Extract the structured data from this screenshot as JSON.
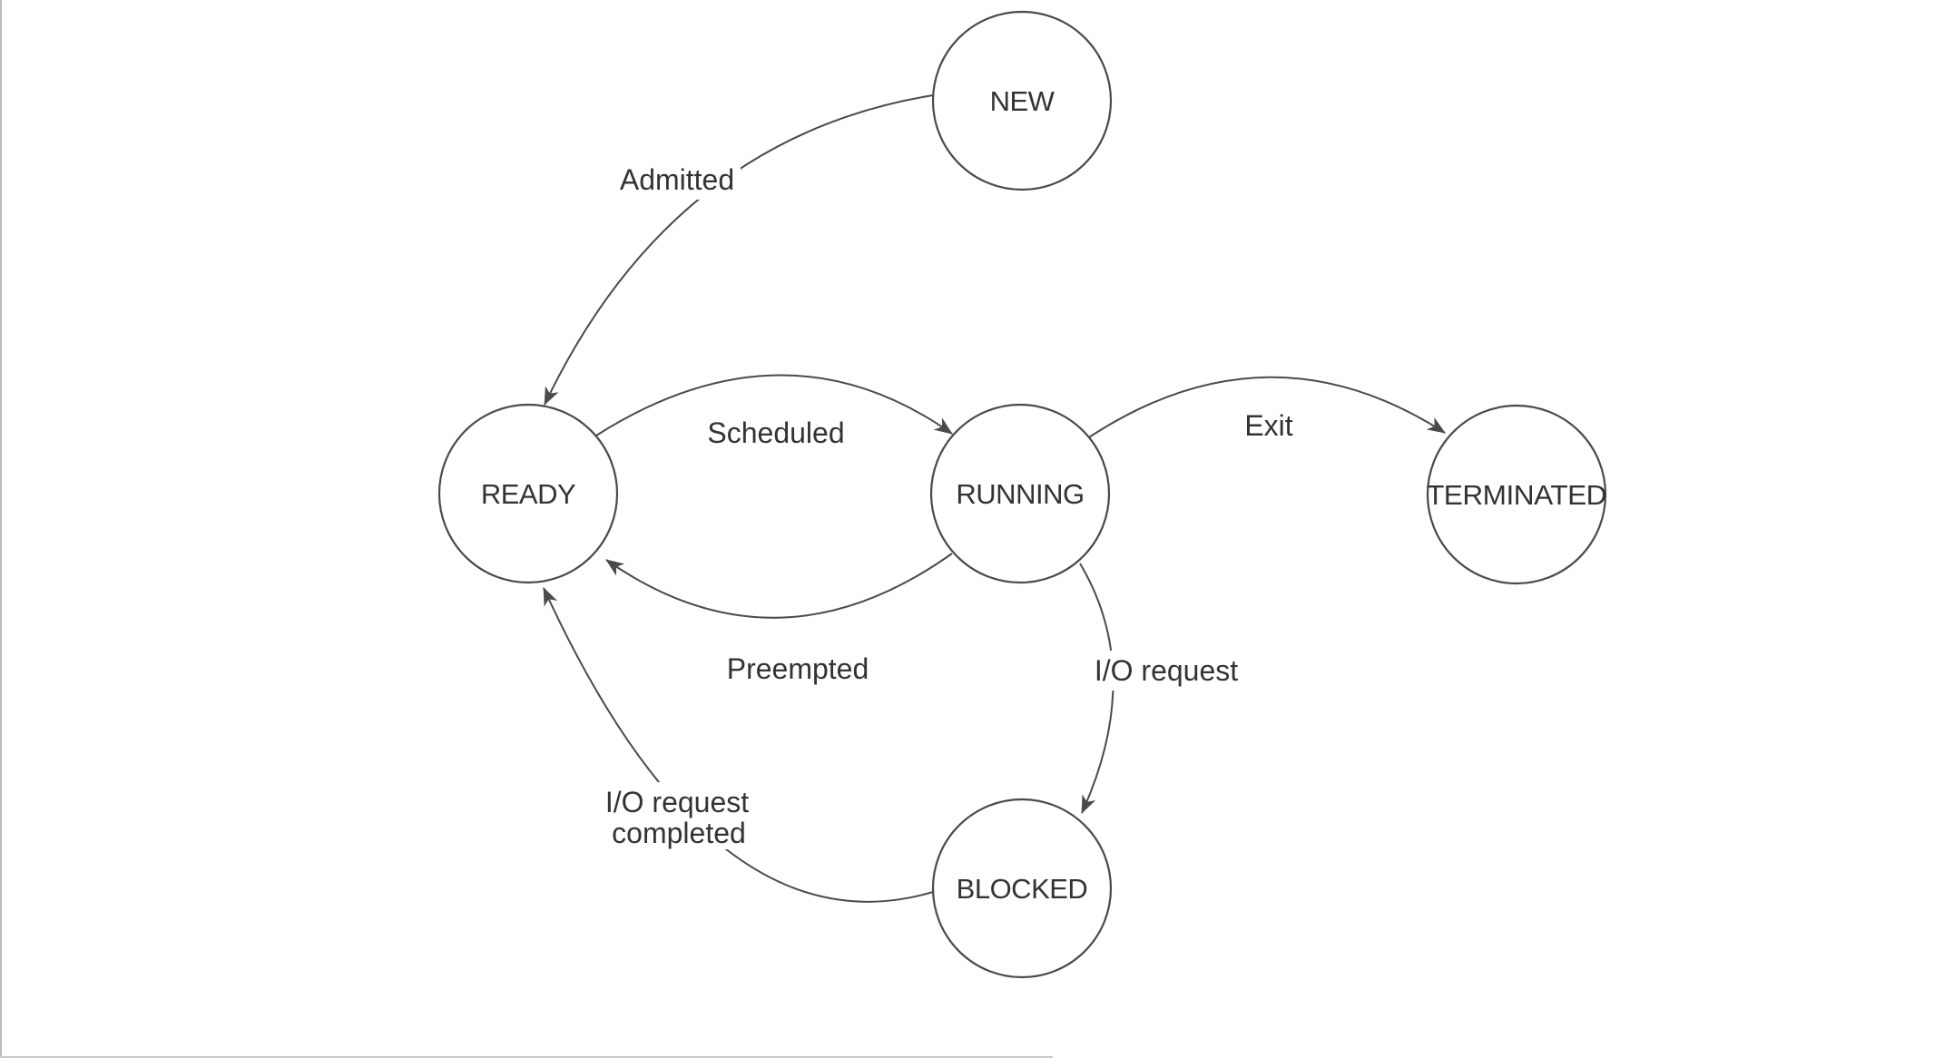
{
  "colors": {
    "background": "#ffffff",
    "stroke": "#4a4a4a",
    "text": "#333333"
  },
  "states": [
    {
      "id": "new",
      "label": "NEW"
    },
    {
      "id": "ready",
      "label": "READY"
    },
    {
      "id": "running",
      "label": "RUNNING"
    },
    {
      "id": "terminated",
      "label": "TERMINATED"
    },
    {
      "id": "blocked",
      "label": "BLOCKED"
    }
  ],
  "transitions": [
    {
      "id": "admitted",
      "label": "Admitted",
      "from": "NEW",
      "to": "READY"
    },
    {
      "id": "scheduled",
      "label": "Scheduled",
      "from": "READY",
      "to": "RUNNING"
    },
    {
      "id": "exit",
      "label": "Exit",
      "from": "RUNNING",
      "to": "TERMINATED"
    },
    {
      "id": "preempted",
      "label": "Preempted",
      "from": "RUNNING",
      "to": "READY"
    },
    {
      "id": "io-request",
      "label": "I/O request",
      "from": "RUNNING",
      "to": "BLOCKED"
    },
    {
      "id": "io-request-completed",
      "label_lines": [
        "I/O request",
        "completed"
      ],
      "from": "BLOCKED",
      "to": "READY"
    }
  ]
}
